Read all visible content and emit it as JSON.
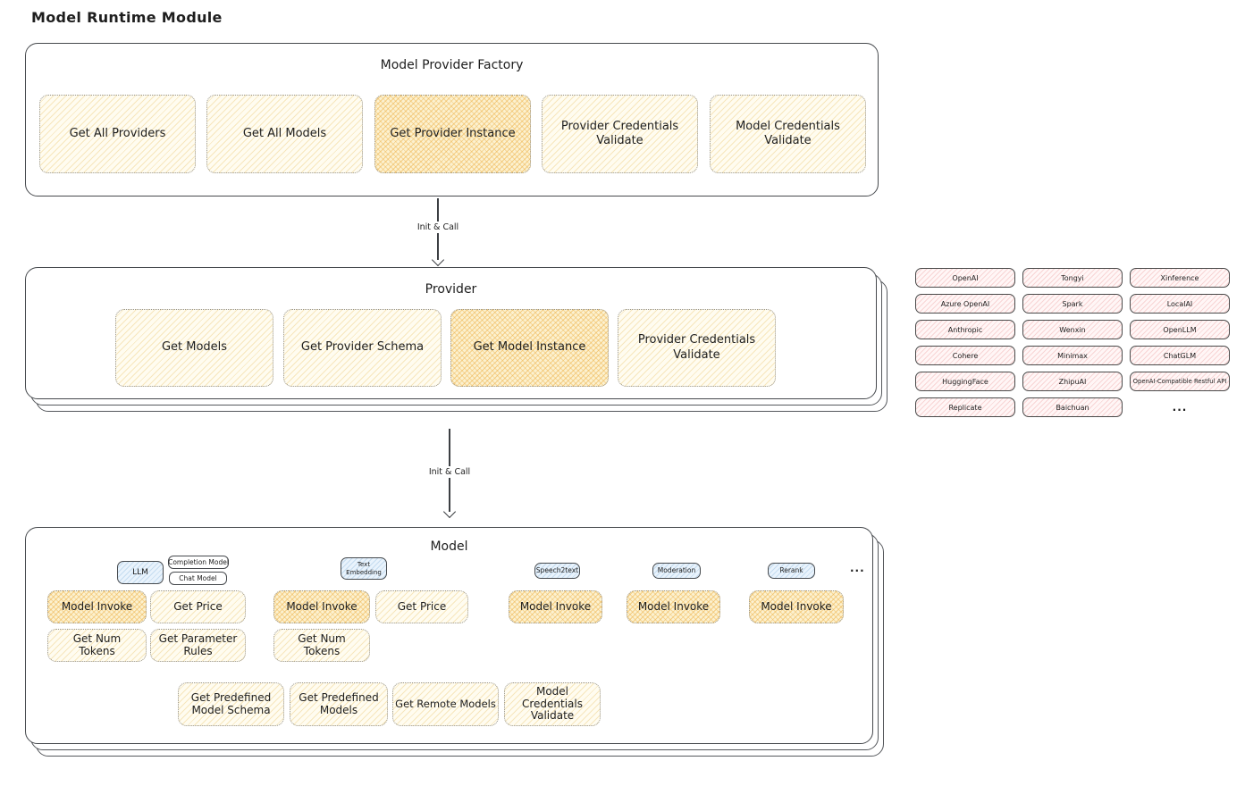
{
  "title": "Model Runtime Module",
  "colors": {
    "button_yellow": "#fffcf0",
    "button_highlight_orange": "#f3c876",
    "provider_pink": "#fbe3e3",
    "tag_blue": "#e9f3fc",
    "stroke": "#46494d",
    "ink": "#1e1e1e"
  },
  "factory": {
    "title": "Model Provider Factory",
    "buttons": [
      {
        "label": "Get All Providers",
        "highlight": false
      },
      {
        "label": "Get All Models",
        "highlight": false
      },
      {
        "label": "Get Provider Instance",
        "highlight": true
      },
      {
        "label": "Provider Credentials Validate",
        "highlight": false
      },
      {
        "label": "Model Credentials Validate",
        "highlight": false
      }
    ]
  },
  "arrow1": {
    "label": "Init & Call"
  },
  "arrow2": {
    "label": "Init & Call"
  },
  "provider": {
    "title": "Provider",
    "buttons": [
      {
        "label": "Get Models",
        "highlight": false
      },
      {
        "label": "Get Provider Schema",
        "highlight": false
      },
      {
        "label": "Get Model Instance",
        "highlight": true
      },
      {
        "label": "Provider Credentials Validate",
        "highlight": false
      }
    ]
  },
  "provider_list": {
    "items": [
      "OpenAI",
      "Tongyi",
      "Xinference",
      "Azure OpenAI",
      "Spark",
      "LocalAI",
      "Anthropic",
      "Wenxin",
      "OpenLLM",
      "Cohere",
      "Minimax",
      "ChatGLM",
      "HuggingFace",
      "ZhipuAI",
      "OpenAI-Compatible Restful API",
      "Replicate",
      "Baichuan",
      "..."
    ]
  },
  "model": {
    "title": "Model",
    "ellipsis": "...",
    "groups": [
      {
        "tag": "LLM",
        "sub_tags": [
          "Completion Model",
          "Chat Model"
        ],
        "buttons": [
          {
            "label": "Model Invoke",
            "highlight": true
          },
          {
            "label": "Get Price",
            "highlight": false
          },
          {
            "label": "Get Num Tokens",
            "highlight": false
          },
          {
            "label": "Get Parameter Rules",
            "highlight": false
          }
        ]
      },
      {
        "tag": "Text Embedding",
        "buttons": [
          {
            "label": "Model Invoke",
            "highlight": true
          },
          {
            "label": "Get Price",
            "highlight": false
          },
          {
            "label": "Get Num Tokens",
            "highlight": false
          }
        ]
      },
      {
        "tag": "Speech2text",
        "buttons": [
          {
            "label": "Model Invoke",
            "highlight": true
          }
        ]
      },
      {
        "tag": "Moderation",
        "buttons": [
          {
            "label": "Model Invoke",
            "highlight": true
          }
        ]
      },
      {
        "tag": "Rerank",
        "buttons": [
          {
            "label": "Model Invoke",
            "highlight": true
          }
        ]
      }
    ],
    "bottom_buttons": [
      {
        "label": "Get Predefined Model Schema"
      },
      {
        "label": "Get Predefined Models"
      },
      {
        "label": "Get Remote Models"
      },
      {
        "label": "Model Credentials Validate"
      }
    ]
  }
}
